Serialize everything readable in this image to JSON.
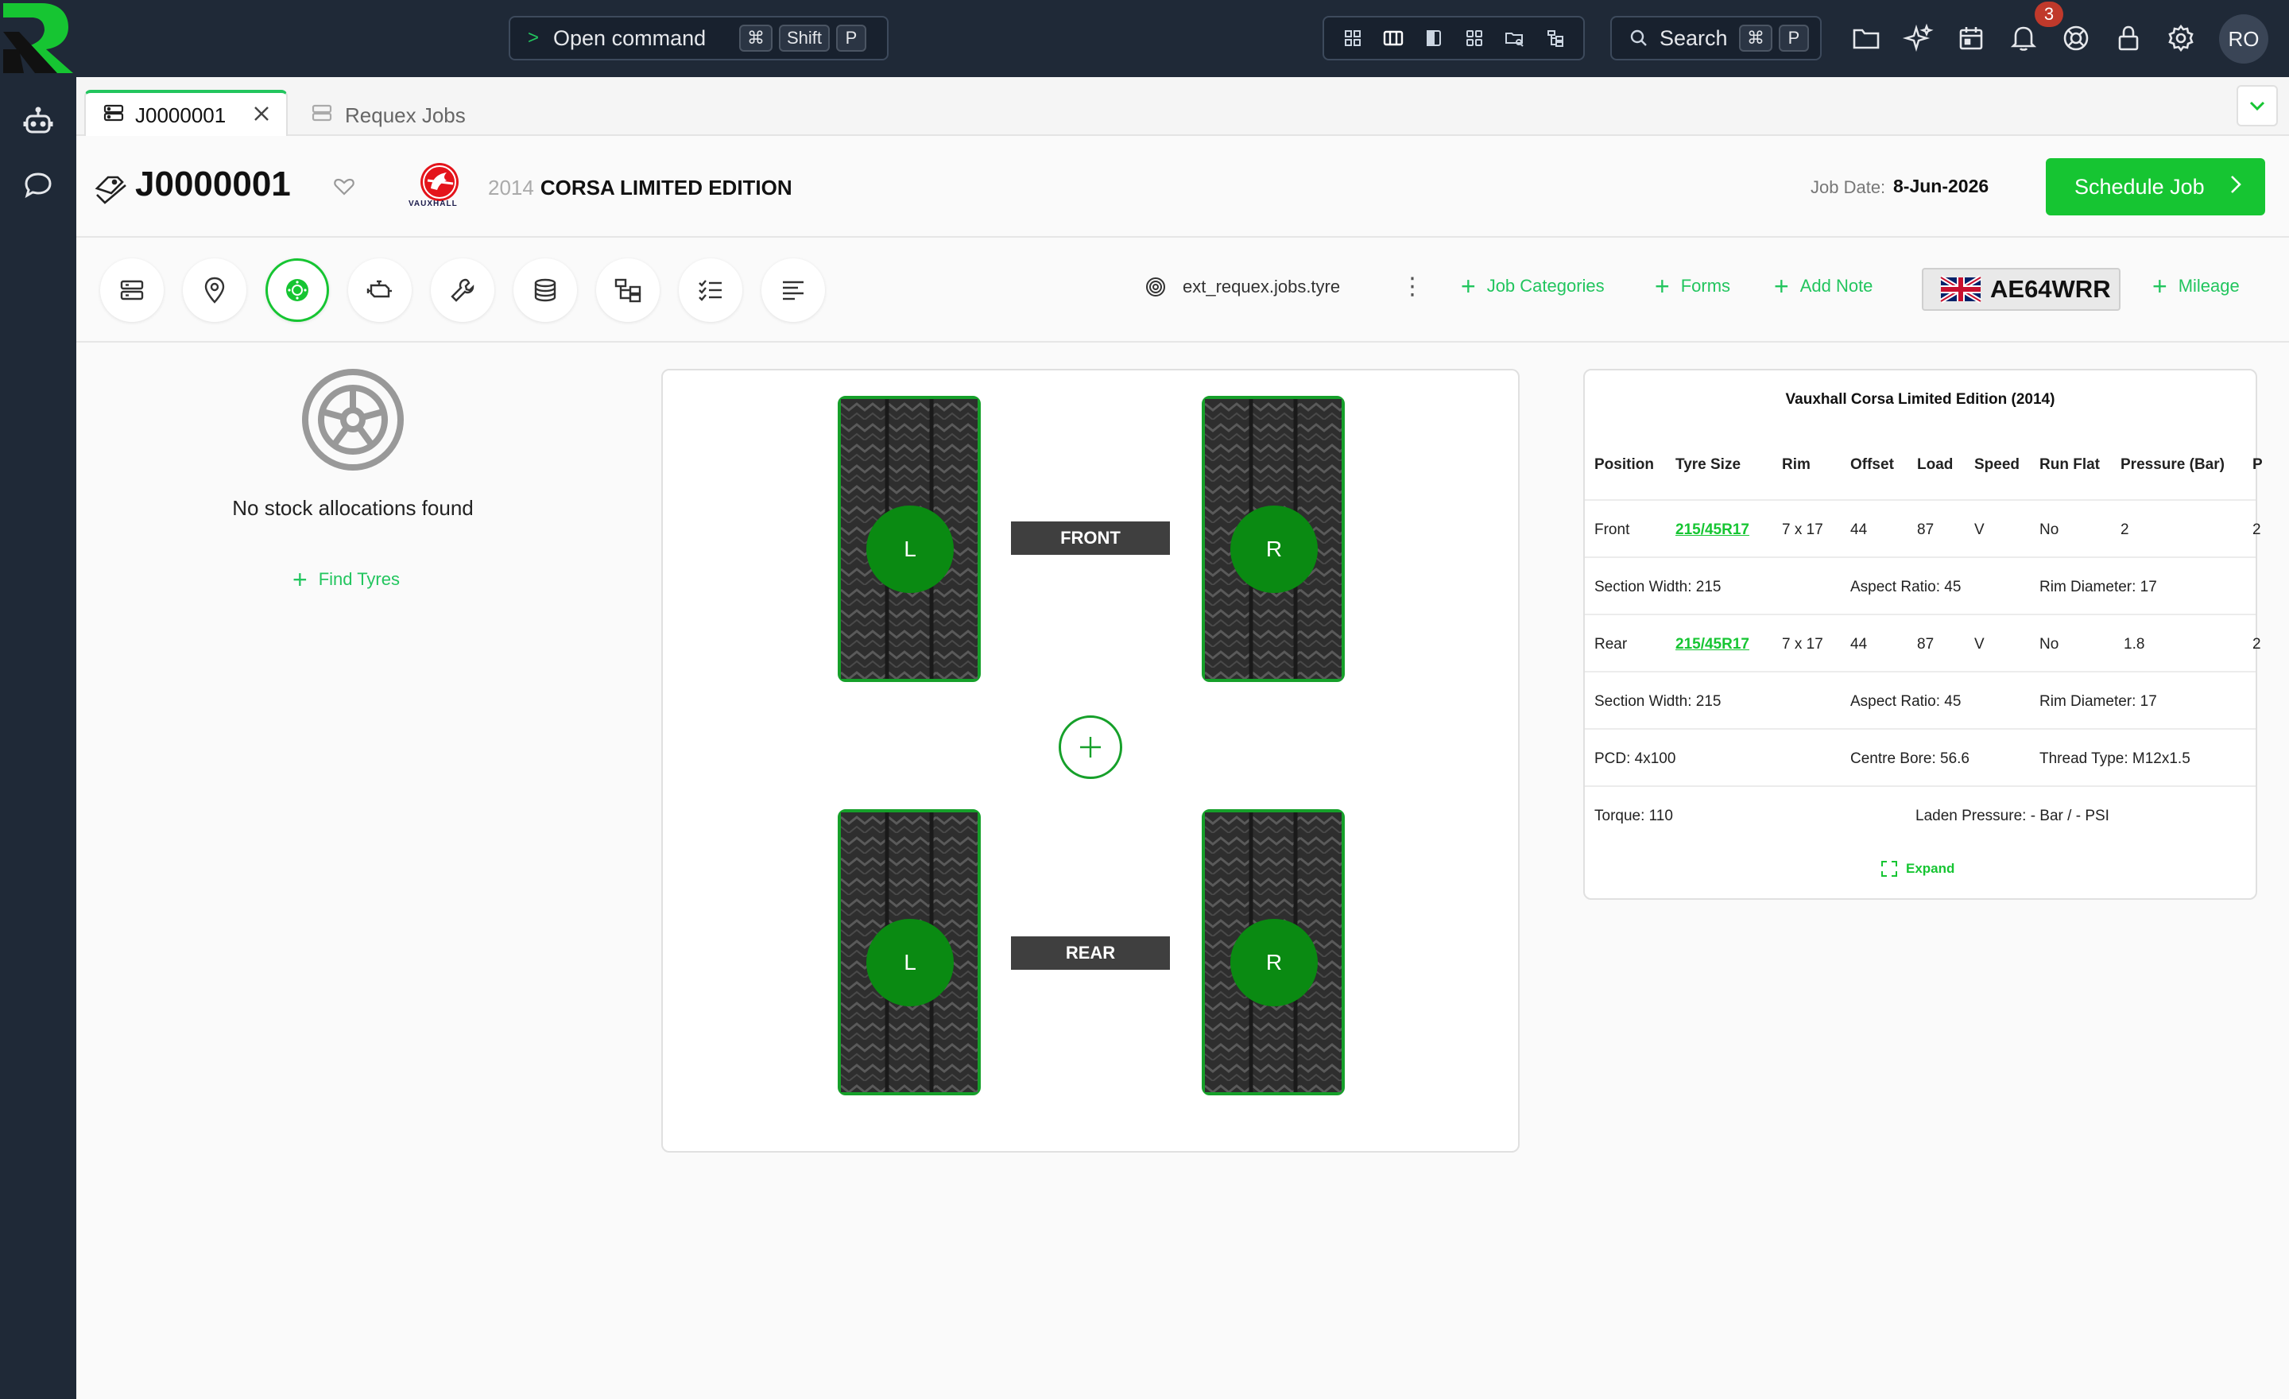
{
  "topbar": {
    "command_label": "Open command",
    "command_keys": [
      "⌘",
      "Shift",
      "P"
    ],
    "search_label": "Search",
    "search_keys": [
      "⌘",
      "P"
    ],
    "notification_count": "3",
    "user_initials": "RO"
  },
  "tabs": {
    "active_label": "J0000001",
    "second_label": "Requex Jobs"
  },
  "header": {
    "job_number": "J0000001",
    "brand_name": "VAUXHALL",
    "vehicle_year": "2014",
    "vehicle_model": "CORSA LIMITED EDITION",
    "job_date_label": "Job Date:",
    "job_date": "8-Jun-2026",
    "schedule_label": "Schedule Job"
  },
  "toolbar": {
    "ext_label": "ext_requex.jobs.tyre",
    "actions": [
      "Job Categories",
      "Forms",
      "Add Note",
      "Mileage"
    ],
    "plate": "AE64WRR"
  },
  "stock": {
    "message": "No stock allocations found",
    "find_label": "Find Tyres"
  },
  "diagram": {
    "front_label": "FRONT",
    "rear_label": "REAR",
    "left_marker": "L",
    "right_marker": "R"
  },
  "spec": {
    "title": "Vauxhall Corsa Limited Edition (2014)",
    "headers": [
      "Position",
      "Tyre Size",
      "Rim",
      "Offset",
      "Load",
      "Speed",
      "Run Flat",
      "Pressure (Bar)",
      "P"
    ],
    "front": [
      "Front",
      "215/45R17",
      "7 x 17",
      "44",
      "87",
      "V",
      "No",
      "2",
      "2"
    ],
    "front_detail": [
      "Section Width: 215",
      "Aspect Ratio: 45",
      "Rim Diameter: 17"
    ],
    "rear": [
      "Rear",
      "215/45R17",
      "7 x 17",
      "44",
      "87",
      "V",
      "No",
      "1.8",
      "2"
    ],
    "rear_detail": [
      "Section Width: 215",
      "Aspect Ratio: 45",
      "Rim Diameter: 17"
    ],
    "hub": [
      "PCD: 4x100",
      "Centre Bore: 56.6",
      "Thread Type: M12x1.5"
    ],
    "torque": [
      "Torque: 110",
      "Laden Pressure: - Bar / - PSI"
    ],
    "expand_label": "Expand"
  },
  "colors": {
    "accent": "#16c532",
    "dark": "#1f2937",
    "tyre_marker": "#0a8a12"
  }
}
